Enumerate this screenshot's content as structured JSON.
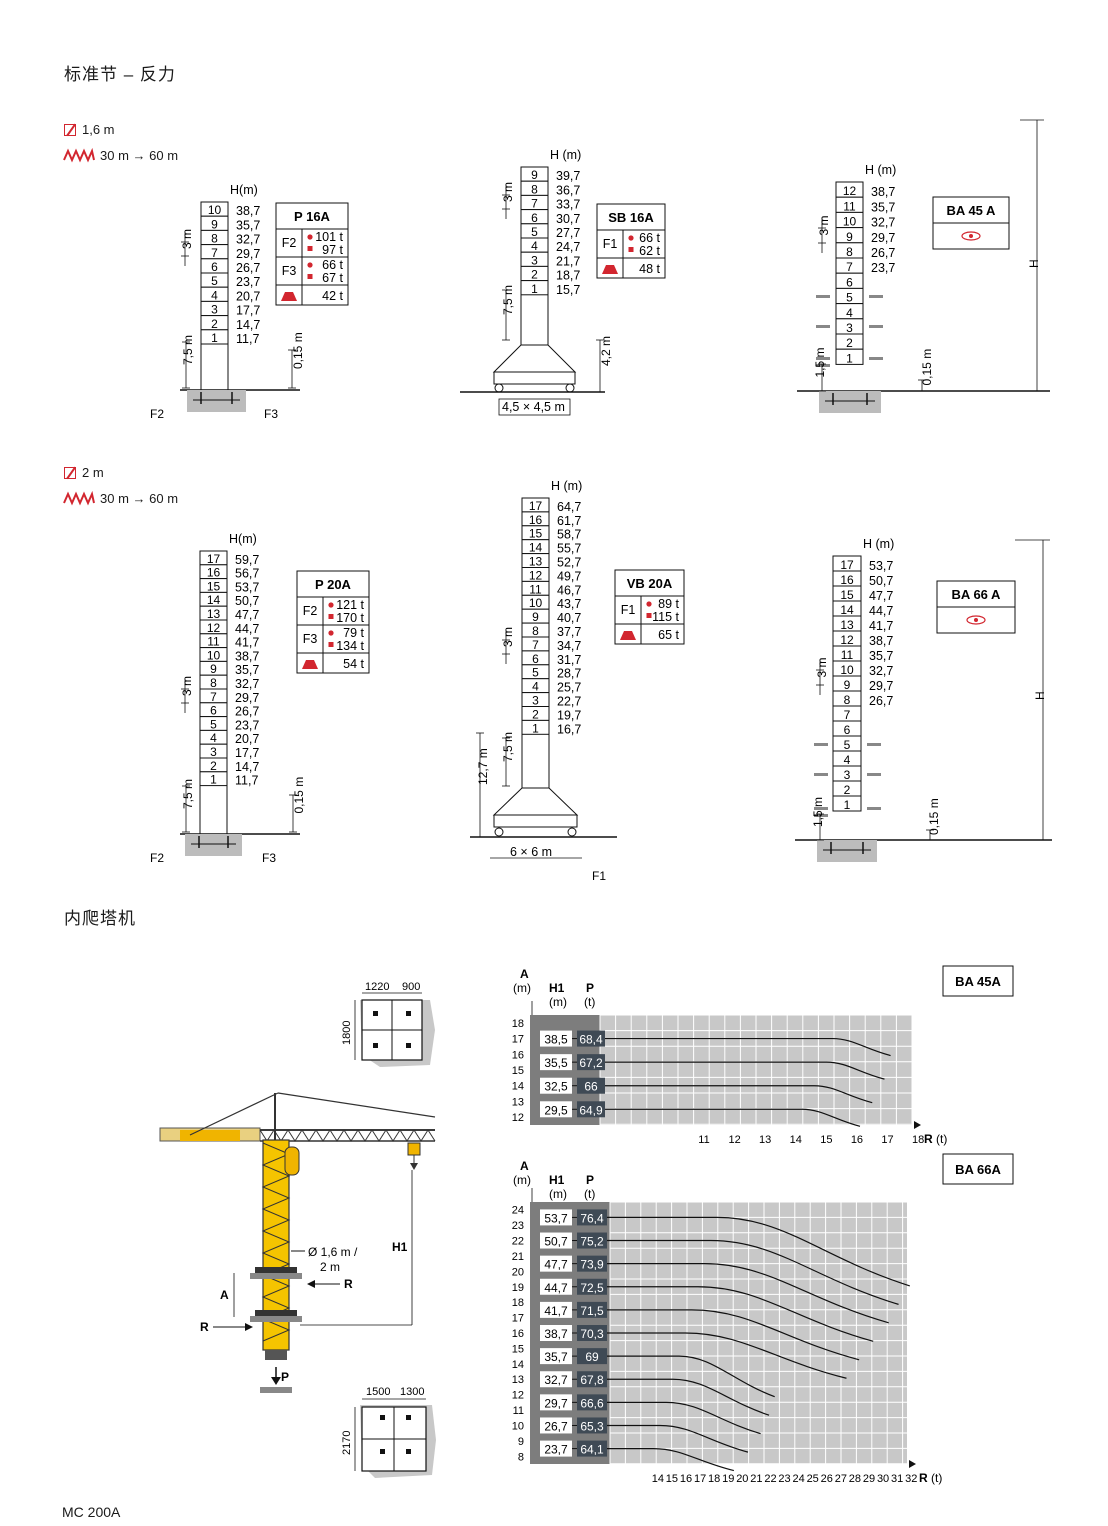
{
  "page": {
    "section_title": "标准节 – 反力",
    "inner_title": "内爬塔机",
    "footer": "MC 200A"
  },
  "legend": {
    "row1": {
      "section": "1,6 m",
      "range": "30 m → 60 m"
    },
    "row2": {
      "section": "2 m",
      "range": "30 m → 60 m"
    }
  },
  "labels": {
    "h_m": "H(m)",
    "h_m_sp": "H (m)",
    "h": "H",
    "three_m": "3 m",
    "seven_five_m": "7,5 m",
    "zero_fifteen_m": "0,15 m",
    "one_five_m": "1,5 m",
    "four_two_m": "4,2 m",
    "twelve_seven_m": "12,7 m",
    "base_sb": "4,5 × 4,5 m",
    "base_vb": "6 × 6 m",
    "f1": "F1",
    "f2": "F2",
    "f3": "F3"
  },
  "colors": {
    "accent": "#d2262f",
    "grid_dark": "#7d7d7d",
    "grid_light": "#c8c8c8",
    "crane_yellow": "#f0b400"
  },
  "towers": {
    "p16a": {
      "sections": [
        "10",
        "9",
        "8",
        "7",
        "6",
        "5",
        "4",
        "3",
        "2",
        "1"
      ],
      "heights": [
        "38,7",
        "35,7",
        "32,7",
        "29,7",
        "26,7",
        "23,7",
        "20,7",
        "17,7",
        "14,7",
        "11,7"
      ]
    },
    "sb16a": {
      "sections": [
        "9",
        "8",
        "7",
        "6",
        "5",
        "4",
        "3",
        "2",
        "1"
      ],
      "heights": [
        "39,7",
        "36,7",
        "33,7",
        "30,7",
        "27,7",
        "24,7",
        "21,7",
        "18,7",
        "15,7"
      ]
    },
    "ba45a": {
      "sections": [
        "12",
        "11",
        "10",
        "9",
        "8",
        "7",
        "6",
        "5",
        "4",
        "3",
        "2",
        "1"
      ],
      "heights": [
        "38,7",
        "35,7",
        "32,7",
        "29,7",
        "26,7",
        "23,7"
      ]
    },
    "p20a": {
      "sections": [
        "17",
        "16",
        "15",
        "14",
        "13",
        "12",
        "11",
        "10",
        "9",
        "8",
        "7",
        "6",
        "5",
        "4",
        "3",
        "2",
        "1"
      ],
      "heights": [
        "59,7",
        "56,7",
        "53,7",
        "50,7",
        "47,7",
        "44,7",
        "41,7",
        "38,7",
        "35,7",
        "32,7",
        "29,7",
        "26,7",
        "23,7",
        "20,7",
        "17,7",
        "14,7",
        "11,7"
      ]
    },
    "vb20a": {
      "sections": [
        "17",
        "16",
        "15",
        "14",
        "13",
        "12",
        "11",
        "10",
        "9",
        "8",
        "7",
        "6",
        "5",
        "4",
        "3",
        "2",
        "1"
      ],
      "heights": [
        "64,7",
        "61,7",
        "58,7",
        "55,7",
        "52,7",
        "49,7",
        "46,7",
        "43,7",
        "40,7",
        "37,7",
        "34,7",
        "31,7",
        "28,7",
        "25,7",
        "22,7",
        "19,7",
        "16,7"
      ]
    },
    "ba66a": {
      "sections": [
        "17",
        "16",
        "15",
        "14",
        "13",
        "12",
        "11",
        "10",
        "9",
        "8",
        "7",
        "6",
        "5",
        "4",
        "3",
        "2",
        "1"
      ],
      "heights": [
        "53,7",
        "50,7",
        "47,7",
        "44,7",
        "41,7",
        "38,7",
        "35,7",
        "32,7",
        "29,7",
        "26,7"
      ]
    }
  },
  "tables": {
    "p16a": {
      "title": "P 16A",
      "rows": [
        {
          "f": "F2",
          "v1": "101 t",
          "v2": "97 t"
        },
        {
          "f": "F3",
          "v1": "66 t",
          "v2": "67 t"
        }
      ],
      "weight": "42 t"
    },
    "sb16a": {
      "title": "SB 16A",
      "rows": [
        {
          "f": "F1",
          "v1": "66 t",
          "v2": "62 t"
        }
      ],
      "weight": "48 t"
    },
    "ba45a": {
      "title": "BA 45 A"
    },
    "p20a": {
      "title": "P 20A",
      "rows": [
        {
          "f": "F2",
          "v1": "121 t",
          "v2": "170 t"
        },
        {
          "f": "F3",
          "v1": "79 t",
          "v2": "134 t"
        }
      ],
      "weight": "54 t"
    },
    "vb20a": {
      "title": "VB 20A",
      "rows": [
        {
          "f": "F1",
          "v1": "89 t",
          "v2": "115 t"
        }
      ],
      "weight": "65 t"
    },
    "ba66a": {
      "title": "BA 66 A"
    }
  },
  "crane": {
    "top_dims": [
      "1220",
      "900"
    ],
    "top_side": "1800",
    "bot_dims": [
      "1500",
      "1300"
    ],
    "bot_side": "2170",
    "section_note": [
      "Ø 1,6 m /",
      "2 m"
    ],
    "h1": "H1",
    "a": "A",
    "r": "R",
    "p": "P"
  },
  "charts": {
    "ba45a": {
      "title": "BA 45A",
      "y_label": "A",
      "y_unit": "(m)",
      "h1_label": "H1",
      "h1_unit": "(m)",
      "p_label": "P",
      "p_unit": "(t)",
      "x_unit": "R (t)",
      "y_ticks": [
        "18",
        "17",
        "16",
        "15",
        "14",
        "13",
        "12"
      ],
      "x_ticks": [
        "11",
        "12",
        "13",
        "14",
        "15",
        "16",
        "17",
        "18"
      ],
      "rows": [
        {
          "h1": "38,5",
          "p": "68,4",
          "a": 17,
          "r_end": 17.1
        },
        {
          "h1": "35,5",
          "p": "67,2",
          "a": 15.5,
          "r_end": 16.9
        },
        {
          "h1": "32,5",
          "p": "66",
          "a": 14,
          "r_end": 16.5
        },
        {
          "h1": "29,5",
          "p": "64,9",
          "a": 12.5,
          "r_end": 16.1
        }
      ]
    },
    "ba66a": {
      "title": "BA 66A",
      "y_label": "A",
      "y_unit": "(m)",
      "h1_label": "H1",
      "h1_unit": "(m)",
      "p_label": "P",
      "p_unit": "(t)",
      "x_unit": "R (t)",
      "y_ticks": [
        "24",
        "23",
        "22",
        "21",
        "20",
        "19",
        "18",
        "17",
        "16",
        "15",
        "14",
        "13",
        "12",
        "11",
        "10",
        "9",
        "8"
      ],
      "x_ticks": [
        "14",
        "15",
        "16",
        "17",
        "18",
        "19",
        "20",
        "21",
        "22",
        "23",
        "24",
        "25",
        "26",
        "27",
        "28",
        "29",
        "30",
        "31",
        "32"
      ],
      "rows": [
        {
          "h1": "53,7",
          "p": "76,4",
          "a": 23.5,
          "r_end": 31.9
        },
        {
          "h1": "50,7",
          "p": "75,2",
          "a": 22,
          "r_end": 31.1
        },
        {
          "h1": "47,7",
          "p": "73,9",
          "a": 20.5,
          "r_end": 30.4
        },
        {
          "h1": "44,7",
          "p": "72,5",
          "a": 19,
          "r_end": 29.3
        },
        {
          "h1": "41,7",
          "p": "71,5",
          "a": 17.5,
          "r_end": 28.3
        },
        {
          "h1": "38,7",
          "p": "70,3",
          "a": 16,
          "r_end": 27.4
        },
        {
          "h1": "35,7",
          "p": "69",
          "a": 14.5,
          "r_end": 22.3
        },
        {
          "h1": "32,7",
          "p": "67,8",
          "a": 13,
          "r_end": 21.9
        },
        {
          "h1": "29,7",
          "p": "66,6",
          "a": 11.5,
          "r_end": 21.3
        },
        {
          "h1": "26,7",
          "p": "65,3",
          "a": 10,
          "r_end": 20.4
        },
        {
          "h1": "23,7",
          "p": "64,1",
          "a": 8.5,
          "r_end": 19.4
        }
      ]
    }
  }
}
